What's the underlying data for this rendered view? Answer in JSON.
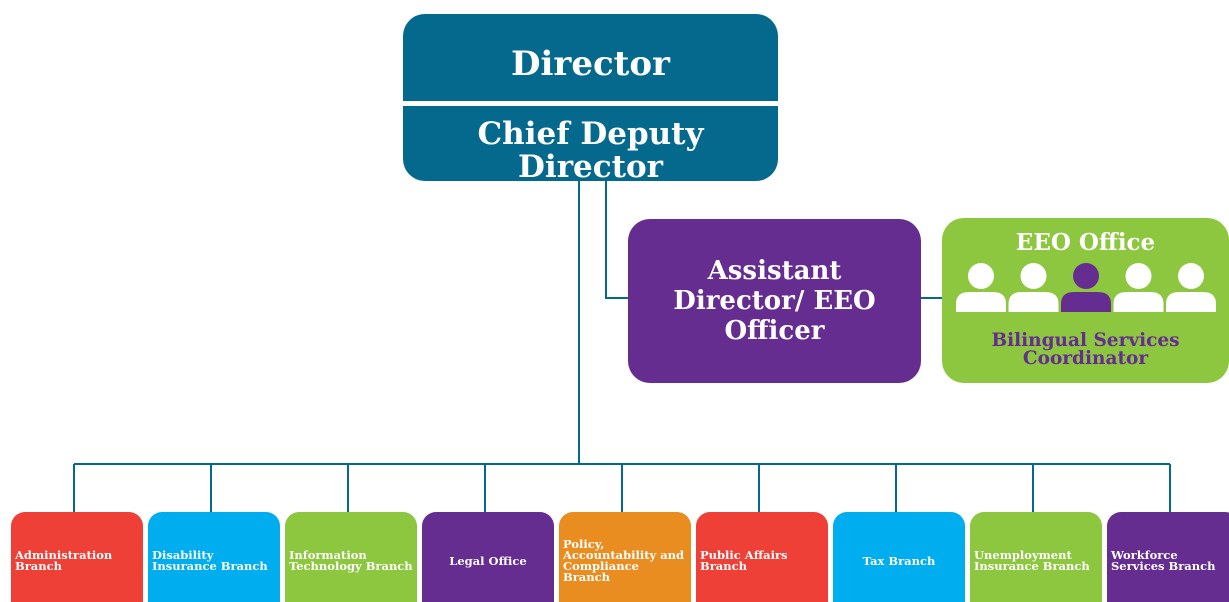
{
  "director": {
    "title": "Director",
    "subtitle": "Chief Deputy Director"
  },
  "assistant": {
    "title": "Assistant Director/ EEO Officer"
  },
  "eeo_office": {
    "title": "EEO Office",
    "subtitle": "Bilingual Services Coordinator",
    "people_count": 5,
    "highlighted_person_index": 2
  },
  "branches": [
    {
      "label": "Administration Branch",
      "color": "#ee4036"
    },
    {
      "label": "Disability Insurance Branch",
      "color": "#00adee"
    },
    {
      "label": "Information Technology Branch",
      "color": "#8dc63f"
    },
    {
      "label": "Legal Office",
      "color": "#652d8f"
    },
    {
      "label": "Policy, Accountability and Compliance Branch",
      "color": "#e98d21"
    },
    {
      "label": "Public Affairs Branch",
      "color": "#ee4036"
    },
    {
      "label": "Tax Branch",
      "color": "#00adee"
    },
    {
      "label": "Unemployment Insurance Branch",
      "color": "#8dc63f"
    },
    {
      "label": "Workforce Services Branch",
      "color": "#652d8f"
    }
  ],
  "colors": {
    "director_box": "#05698d",
    "assistant_box": "#652d8f",
    "eeo_box": "#8dc63f",
    "eeo_subtitle_text": "#652d8f",
    "connector_line": "#05698d",
    "person_icon_default": "#ffffff",
    "person_icon_highlight": "#652d8f"
  }
}
